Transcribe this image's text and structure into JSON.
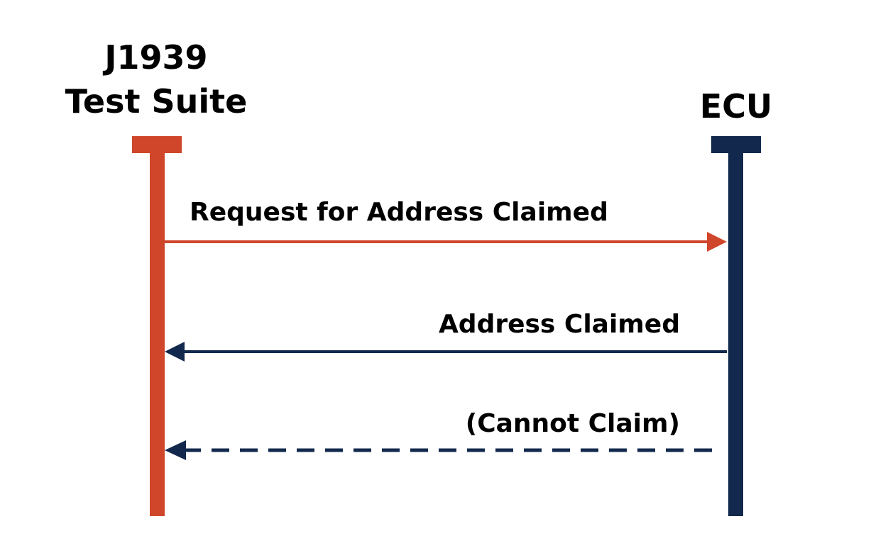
{
  "colors": {
    "test_suite": "#d0462a",
    "ecu": "#12294d",
    "text": "#000000",
    "background": "#ffffff"
  },
  "actors": [
    {
      "id": "test-suite",
      "line1": "J1939",
      "line2": "Test Suite",
      "color": "#d0462a"
    },
    {
      "id": "ecu",
      "line1": "ECU",
      "color": "#12294d"
    }
  ],
  "messages": [
    {
      "label": "Request for Address Claimed",
      "from": "J1939 Test Suite",
      "to": "ECU",
      "style": "solid",
      "color": "#d0462a"
    },
    {
      "label": "Address Claimed",
      "from": "ECU",
      "to": "J1939 Test Suite",
      "style": "solid",
      "color": "#12294d"
    },
    {
      "label": "(Cannot Claim)",
      "from": "ECU",
      "to": "J1939 Test Suite",
      "style": "dashed",
      "color": "#12294d"
    }
  ]
}
